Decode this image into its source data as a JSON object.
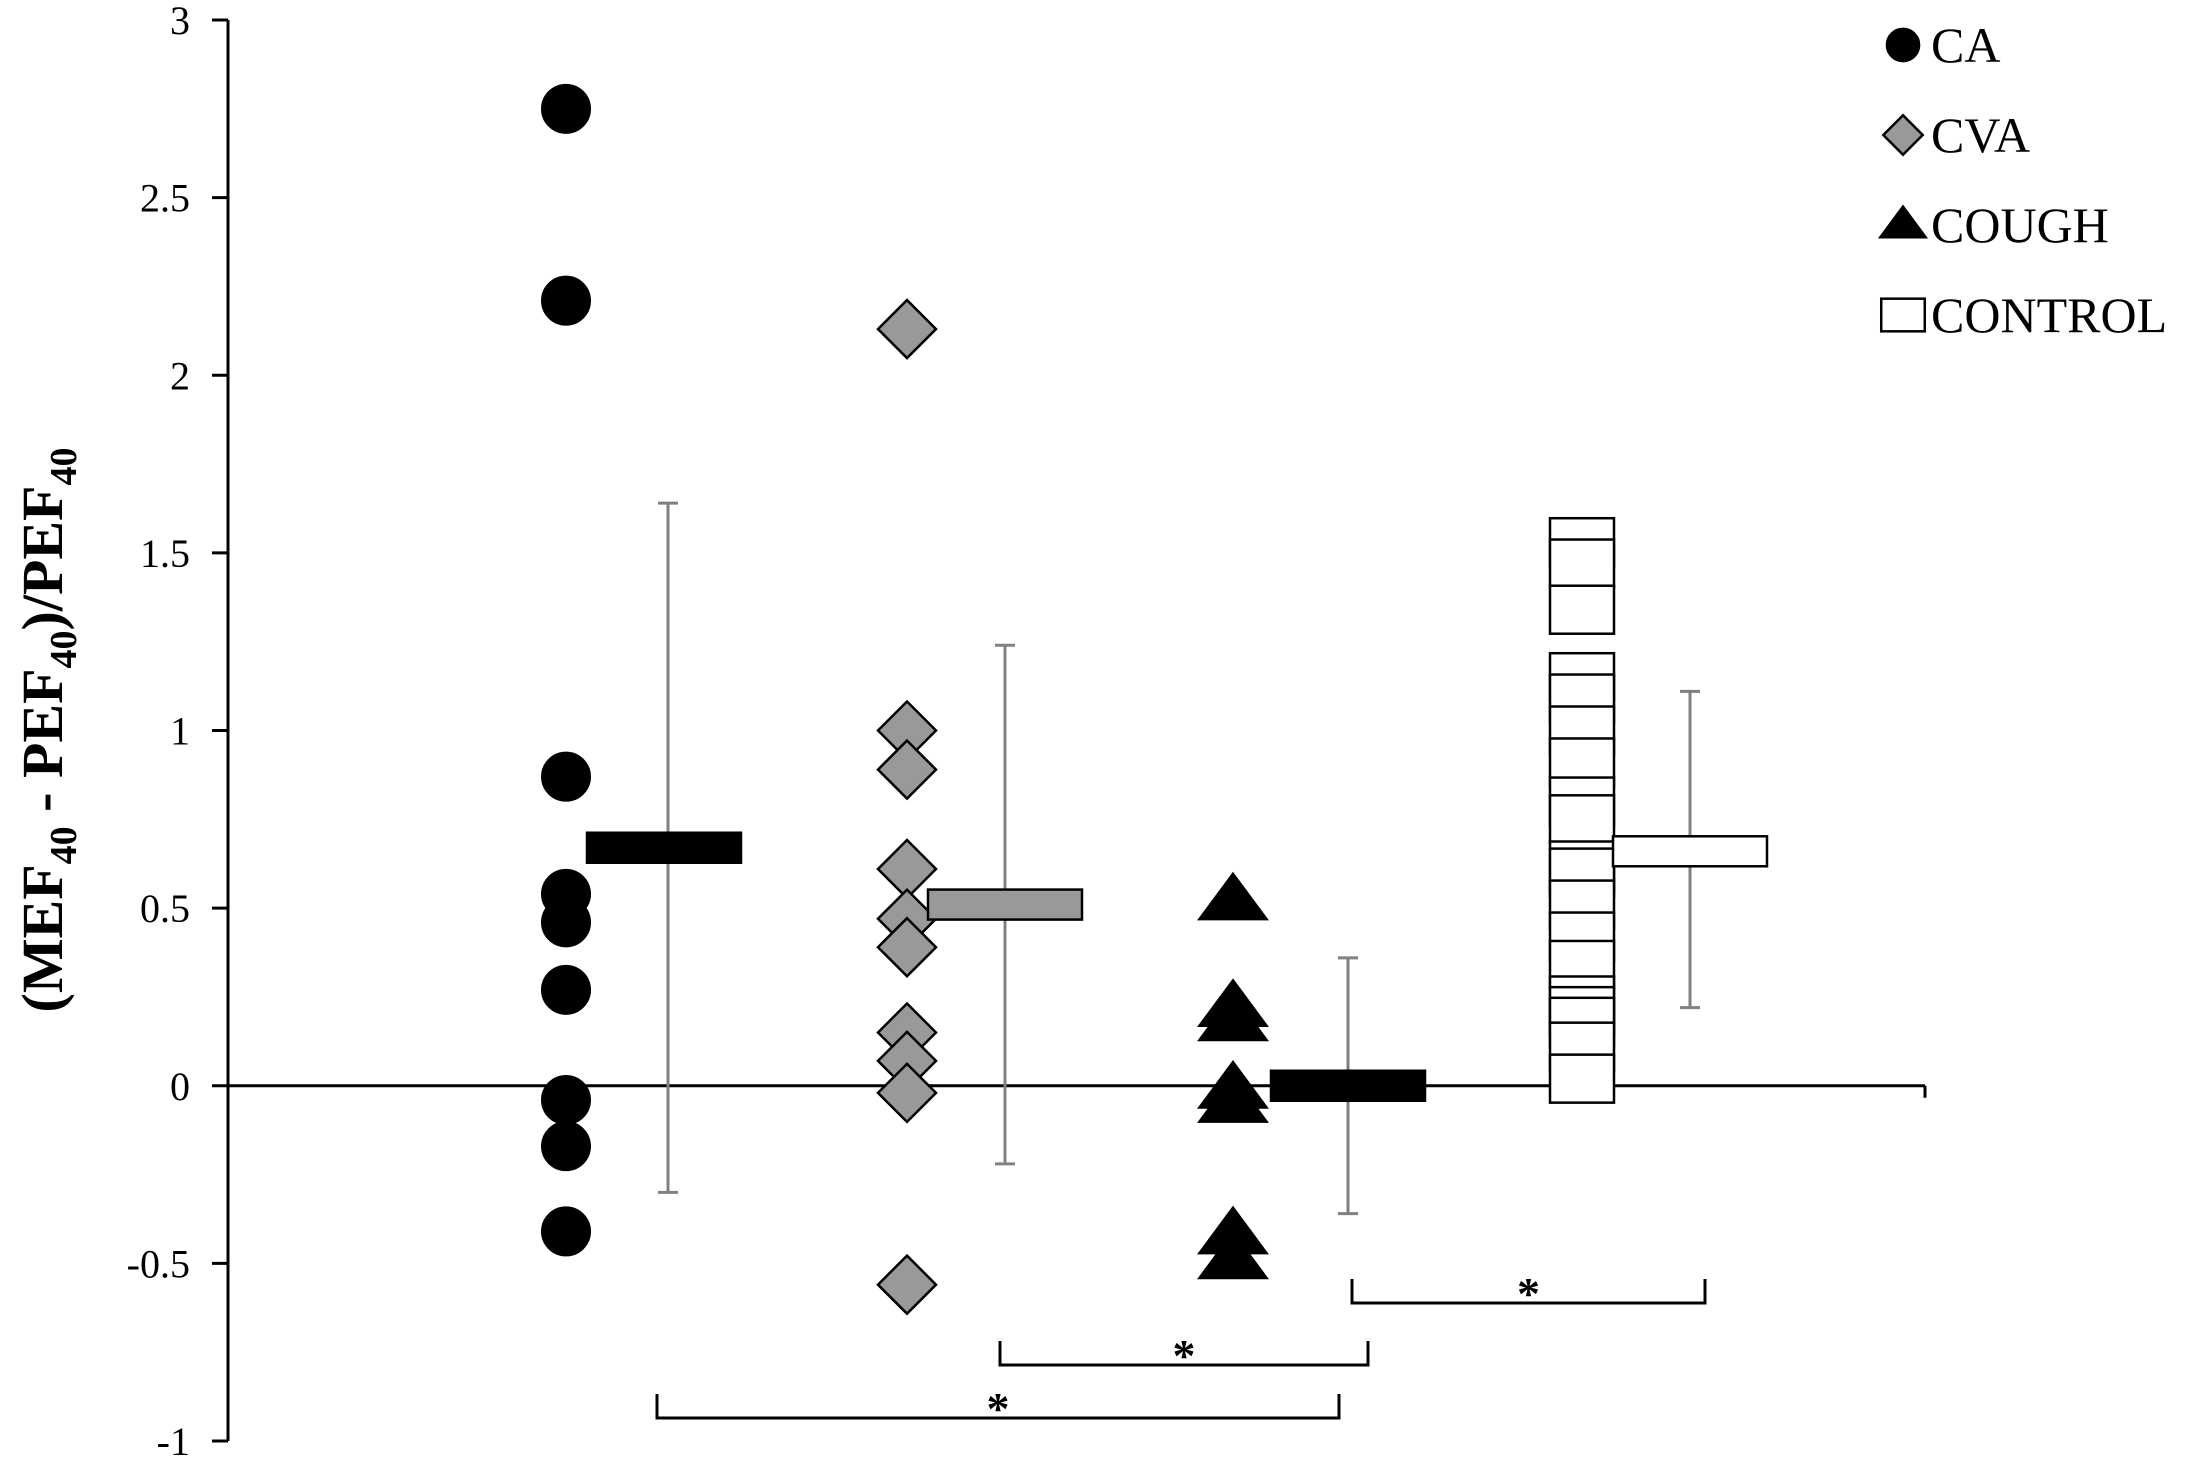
{
  "chart_data": {
    "type": "scatter",
    "ylabel": {
      "parts": [
        {
          "text": "(MEF",
          "sub": false
        },
        {
          "text": "40",
          "sub": true
        },
        {
          "text": " - PEF",
          "sub": false
        },
        {
          "text": "40",
          "sub": true
        },
        {
          "text": ")/PEF",
          "sub": false
        },
        {
          "text": "40",
          "sub": true
        }
      ]
    },
    "ylim": [
      -1,
      3
    ],
    "yticks": [
      {
        "value": 3,
        "label": "3"
      },
      {
        "value": 2.5,
        "label": "2.5"
      },
      {
        "value": 2,
        "label": "2"
      },
      {
        "value": 1.5,
        "label": "1.5"
      },
      {
        "value": 1,
        "label": "1"
      },
      {
        "value": 0.5,
        "label": "0.5"
      },
      {
        "value": 0,
        "label": "0"
      },
      {
        "value": -0.5,
        "label": "-0.5"
      },
      {
        "value": -1,
        "label": "-1"
      }
    ],
    "grid": false,
    "legend_position": "top-right",
    "series": [
      {
        "name": "CA",
        "marker": "circle",
        "fill": "#000000",
        "stroke": "#000000",
        "points": [
          2.75,
          2.21,
          0.87,
          0.54,
          0.46,
          0.27,
          -0.04,
          -0.17,
          -0.41
        ],
        "mean": 0.67,
        "error_bar": [
          -0.3,
          1.64
        ]
      },
      {
        "name": "CVA",
        "marker": "diamond",
        "fill": "#999999",
        "stroke": "#000000",
        "points": [
          2.13,
          1.0,
          0.89,
          0.61,
          0.47,
          0.39,
          0.15,
          0.07,
          -0.02,
          -0.56
        ],
        "mean": 0.51,
        "error_bar": [
          -0.22,
          1.24
        ]
      },
      {
        "name": "COUGH",
        "marker": "triangle",
        "fill": "#000000",
        "stroke": "#000000",
        "points": [
          0.52,
          0.22,
          0.18,
          -0.01,
          -0.05,
          -0.42,
          -0.49
        ],
        "mean": 0.0,
        "error_bar": [
          -0.36,
          0.36
        ]
      },
      {
        "name": "CONTROL",
        "marker": "square",
        "fill": "#ffffff",
        "stroke": "#000000",
        "points": [
          1.53,
          1.47,
          1.34,
          1.15,
          1.09,
          1.0,
          0.91,
          0.8,
          0.75,
          0.62,
          0.6,
          0.51,
          0.42,
          0.34,
          0.24,
          0.21,
          0.18,
          0.11,
          0.02
        ],
        "mean": 0.66,
        "error_bar": [
          0.22,
          1.11
        ]
      }
    ],
    "significance": [
      {
        "label": "*",
        "from_group": 2,
        "to_group": 3
      },
      {
        "label": "*",
        "from_group": 1,
        "to_group": 2
      },
      {
        "label": "*",
        "from_group": 0,
        "to_group": 2
      }
    ]
  }
}
